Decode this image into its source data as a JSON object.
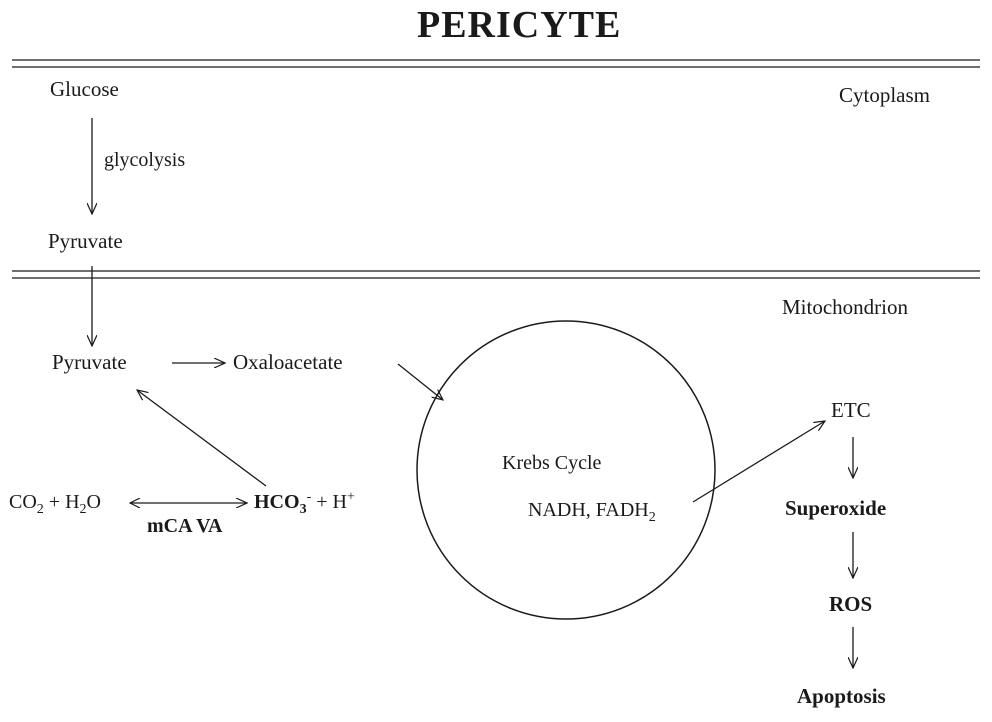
{
  "title": "PERICYTE",
  "compartments": {
    "cytoplasm": "Cytoplasm",
    "mitochondrion": "Mitochondrion"
  },
  "cytoplasm": {
    "glucose": "Glucose",
    "glycolysis": "glycolysis",
    "pyruvate": "Pyruvate"
  },
  "mito": {
    "pyruvate": "Pyruvate",
    "oxaloacetate": "Oxaloacetate",
    "co2": "CO",
    "co2_sub": "2",
    "plus1": " + H",
    "h2o_sub": "2",
    "o": "O",
    "hco3": "HCO",
    "hco3_sub": "3",
    "hco3_sup": "-",
    "plus_h": " + H",
    "h_sup": "+",
    "enzyme": "mCA VA",
    "krebs": "Krebs Cycle",
    "nadh": "NADH, FADH",
    "fadh_sub": "2",
    "etc": "ETC",
    "superoxide": "Superoxide",
    "ros": "ROS",
    "apoptosis": "Apoptosis"
  },
  "colors": {
    "line": "#1a1a1a",
    "background": "#ffffff"
  }
}
